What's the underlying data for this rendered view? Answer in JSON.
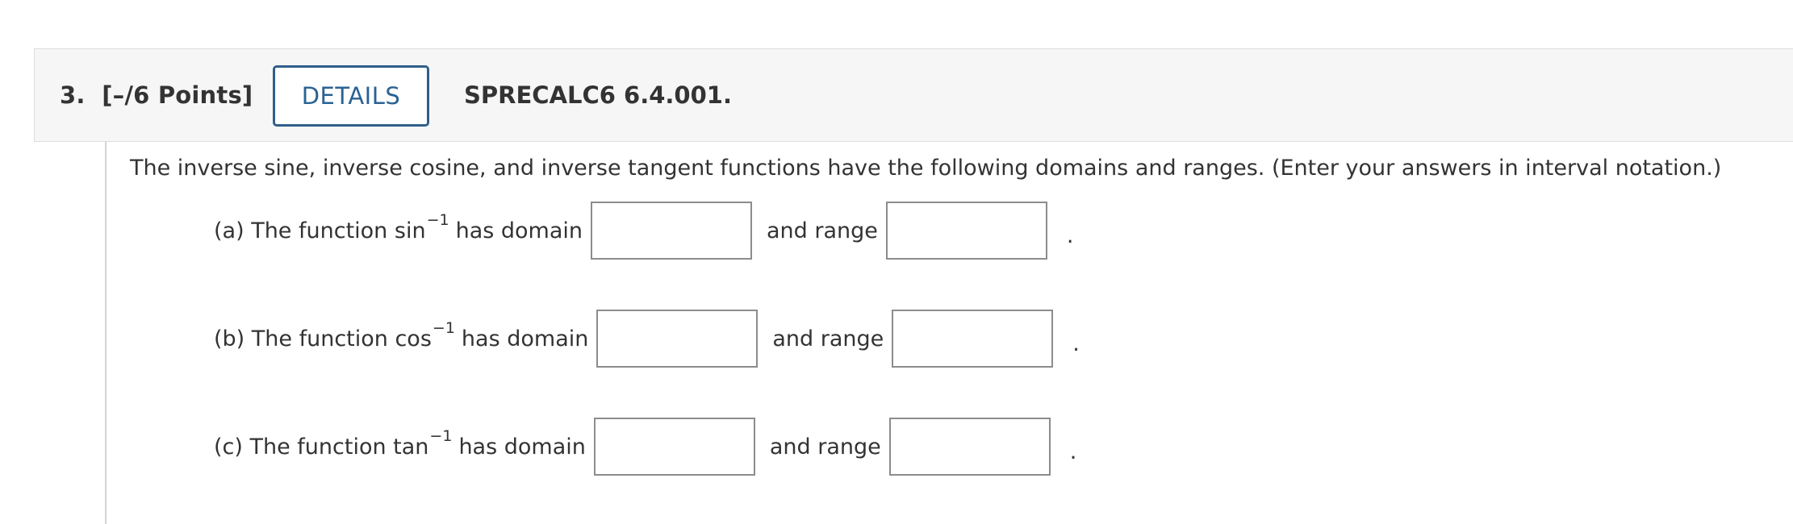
{
  "question": {
    "number_label": "3.",
    "points_label": "[–/6 Points]",
    "details_button_label": "DETAILS",
    "problem_id": "SPRECALC6 6.4.001."
  },
  "intro_text": "The inverse sine, inverse cosine, and inverse tangent functions have the following domains and ranges. (Enter your answers in interval notation.)",
  "parts": [
    {
      "prefix": "(a) The function sin",
      "superscript": "−1",
      "domain_label": "has domain",
      "domain_value": "",
      "range_label": "and range",
      "range_value": "",
      "suffix": "."
    },
    {
      "prefix": "(b) The function cos",
      "superscript": "−1",
      "domain_label": "has domain",
      "domain_value": "",
      "range_label": "and range",
      "range_value": "",
      "suffix": "."
    },
    {
      "prefix": "(c) The function tan",
      "superscript": "−1",
      "domain_label": "has domain",
      "domain_value": "",
      "range_label": "and range",
      "range_value": "",
      "suffix": "."
    }
  ],
  "colors": {
    "header_background": "#f6f6f6",
    "details_border": "#2f5f8a",
    "details_text": "#2a6293",
    "text": "#333333",
    "input_border": "#8c8c8c"
  }
}
